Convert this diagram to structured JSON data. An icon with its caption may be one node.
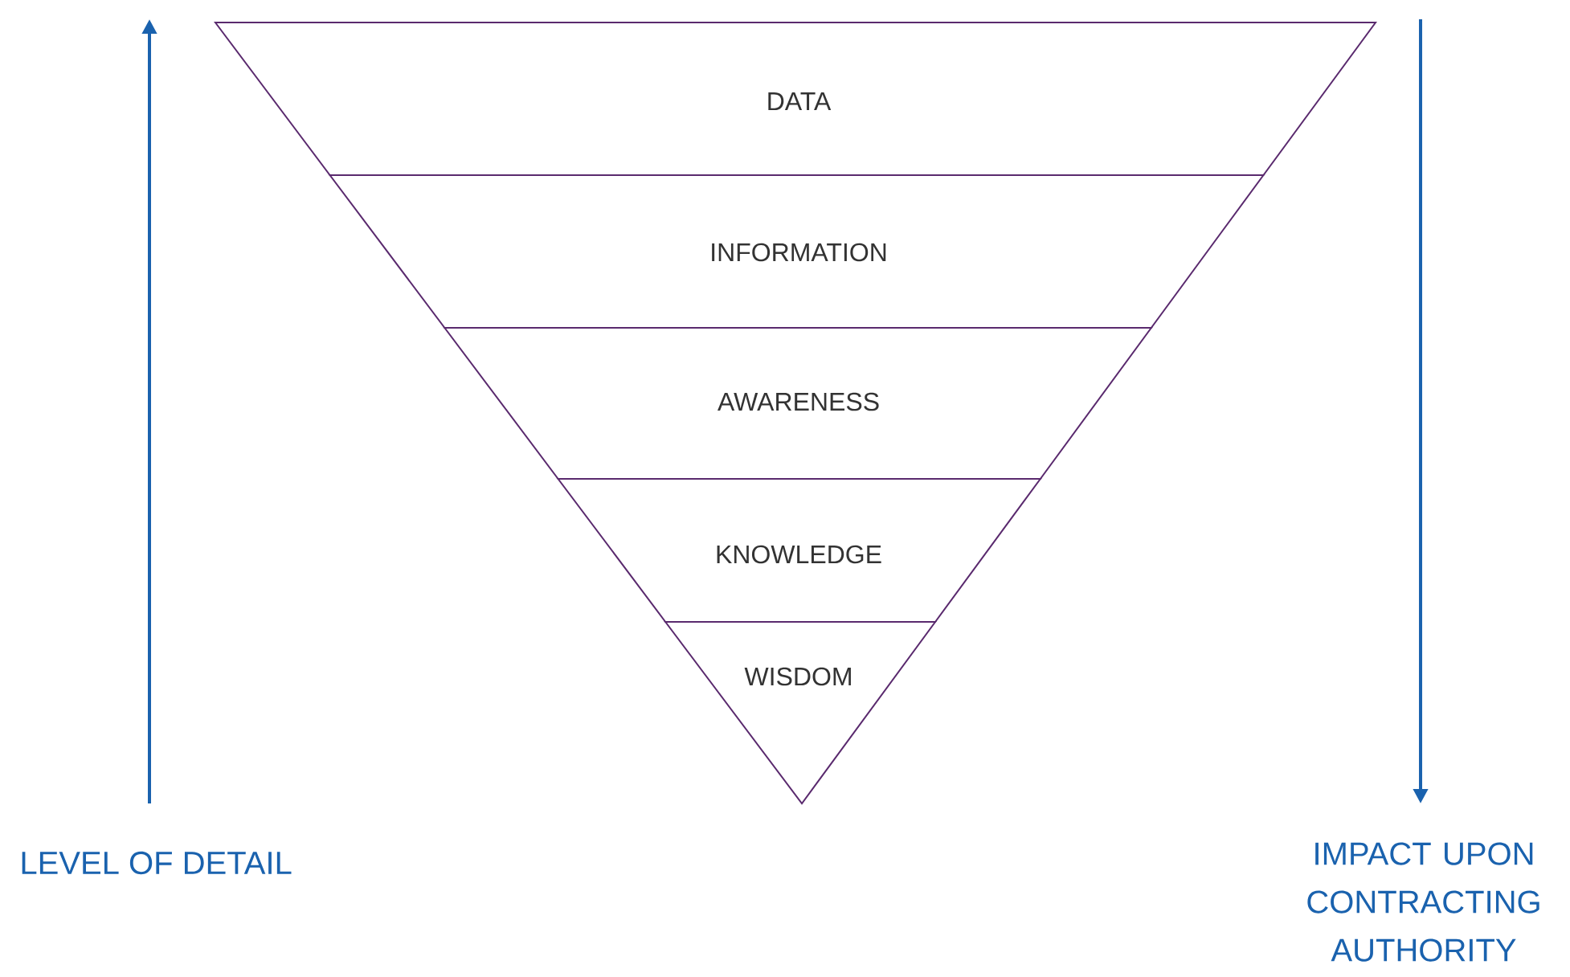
{
  "diagram": {
    "nodes": [
      {
        "text": [
          "DATA"
        ]
      },
      {
        "text": [
          "INFORMATION"
        ]
      },
      {
        "text": [
          "AWARENESS"
        ]
      },
      {
        "text": [
          "KNOWLEDGE"
        ]
      },
      {
        "text": [
          "WISDOM"
        ]
      }
    ],
    "labels": [
      "LEVEL OF DETAIL",
      "IMPACT UPON CONTRACTING AUTHORITY"
    ]
  }
}
